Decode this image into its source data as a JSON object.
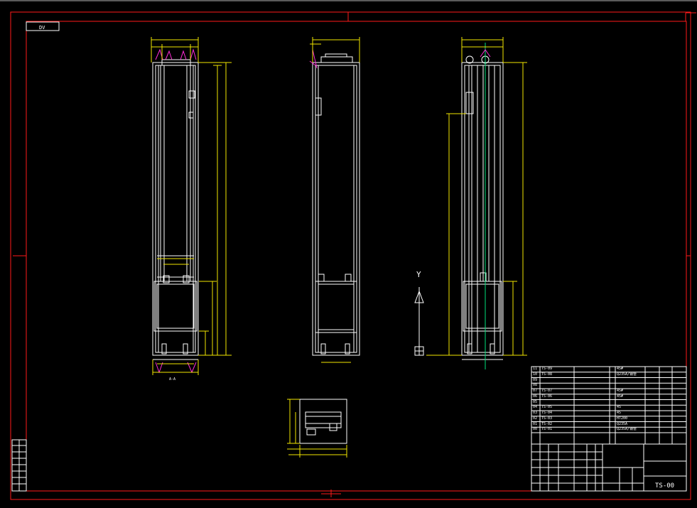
{
  "drawing": {
    "view_tag": "DV",
    "axis_label": "Y",
    "section_label": "A-A",
    "drawing_number": "TS-00"
  },
  "parts_list": {
    "rows": [
      {
        "no": "11",
        "code": "TS-09",
        "material": "45#"
      },
      {
        "no": "10",
        "code": "TS-08",
        "material": "Q235A/钢管"
      },
      {
        "no": "09",
        "code": "",
        "material": ""
      },
      {
        "no": "08",
        "code": "",
        "material": ""
      },
      {
        "no": "07",
        "code": "TS-07",
        "material": "45#"
      },
      {
        "no": "06",
        "code": "TS-06",
        "material": "45#"
      },
      {
        "no": "05",
        "code": "",
        "material": ""
      },
      {
        "no": "04",
        "code": "TS-05",
        "material": "45"
      },
      {
        "no": "03",
        "code": "TS-04",
        "material": "45"
      },
      {
        "no": "02",
        "code": "TS-03",
        "material": "HT200"
      },
      {
        "no": "01",
        "code": "TS-02",
        "material": "Q235A"
      },
      {
        "no": "00",
        "code": "TS-01",
        "material": "Q235A/钢管"
      }
    ]
  },
  "colors": {
    "frame": "#ff1a1a",
    "line": "#ffffff",
    "accent": "#ff2bd6",
    "dimension": "#f2e600",
    "center": "#00e07a",
    "background": "#000000"
  }
}
